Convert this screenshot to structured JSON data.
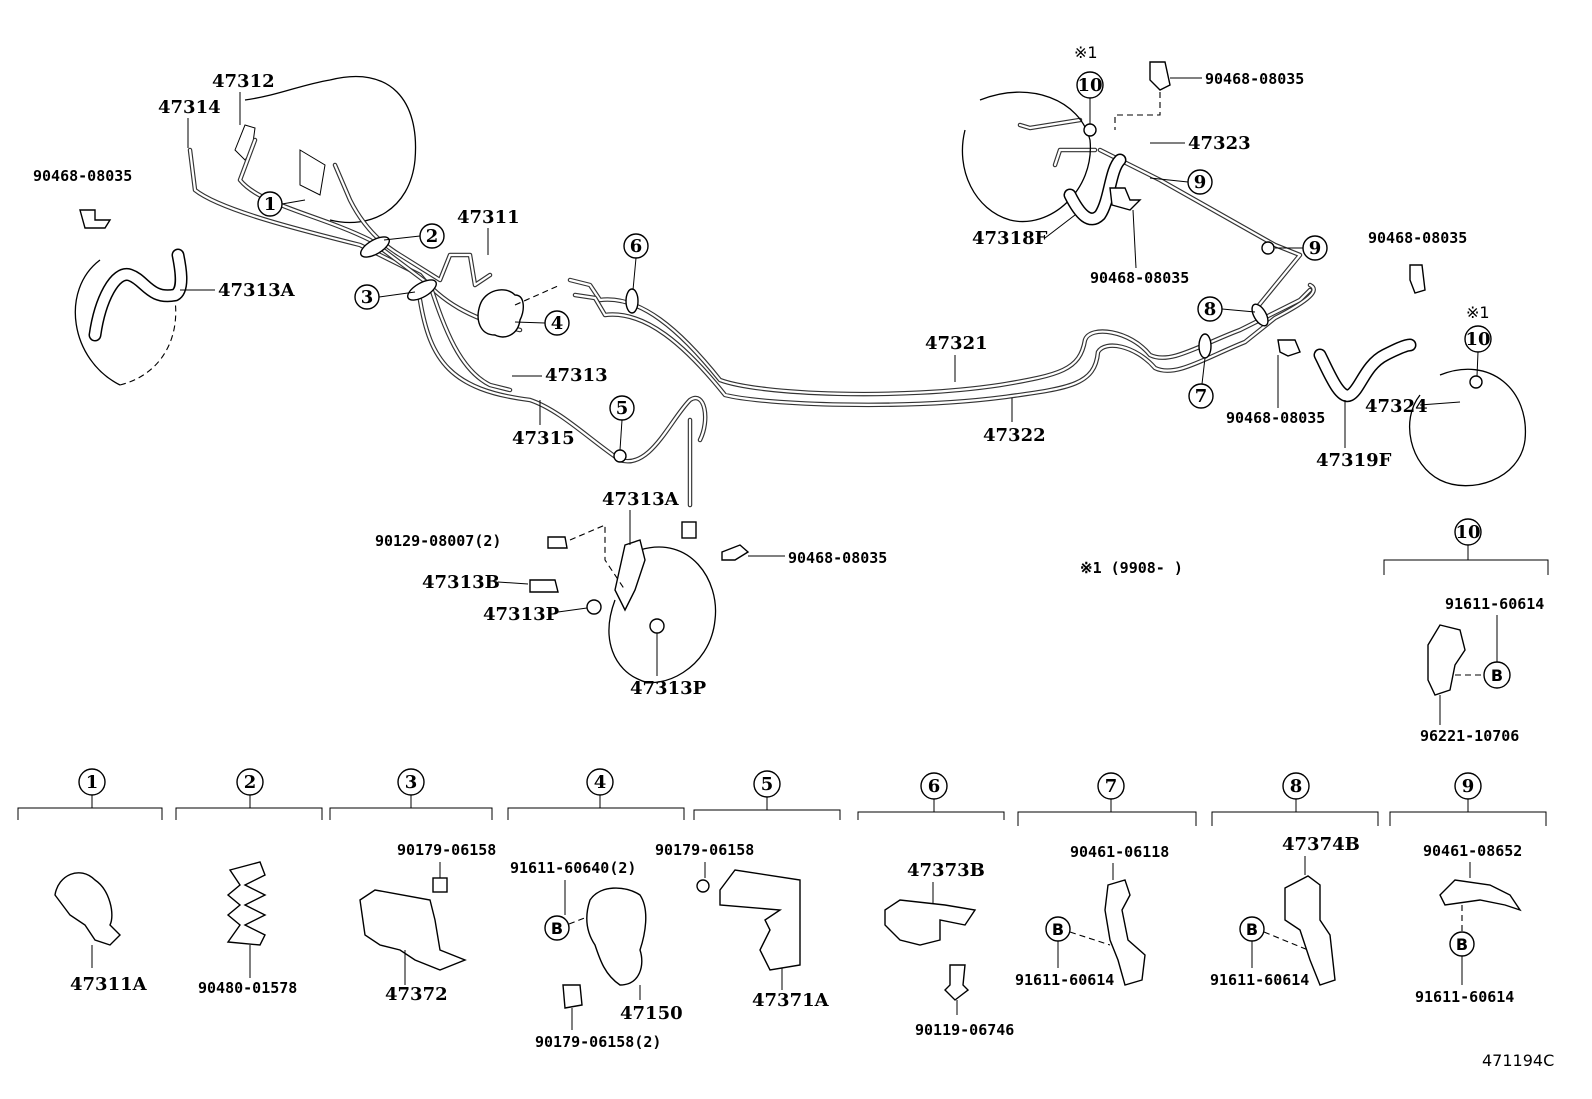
{
  "diagram": {
    "ref_code": "471194C",
    "note": "※1 (9908-        )",
    "note_mark": "※1",
    "callouts": [
      "1",
      "2",
      "3",
      "4",
      "5",
      "6",
      "7",
      "8",
      "9",
      "10"
    ],
    "circle_b": "B",
    "main_labels": {
      "p47312": "47312",
      "p47314": "47314",
      "p90468_left": "90468-08035",
      "p47313A_left": "47313A",
      "p47311": "47311",
      "p47313": "47313",
      "p47315": "47315",
      "p47321": "47321",
      "p47322": "47322",
      "p47313A_center": "47313A",
      "p90129": "90129-08007(2)",
      "p47313B": "47313B",
      "p47313P_a": "47313P",
      "p47313P_b": "47313P",
      "p90468_center": "90468-08035",
      "p90468_top": "90468-08035",
      "p47323": "47323",
      "p47318F": "47318F",
      "p90468_rmid": "90468-08035",
      "p90468_right": "90468-08035",
      "p90468_rlow": "90468-08035",
      "p47324": "47324",
      "p47319F": "47319F"
    },
    "detail_10": {
      "n1": "91611-60614",
      "n2": "96221-10706"
    },
    "details": {
      "d1": "47311A",
      "d2": "90480-01578",
      "d3a": "90179-06158",
      "d3b": "47372",
      "d4a": "91611-60640(2)",
      "d4b": "47150",
      "d4c": "90179-06158(2)",
      "d5a": "90179-06158",
      "d5b": "47371A",
      "d6a": "47373B",
      "d6b": "90119-06746",
      "d7a": "90461-06118",
      "d7b": "91611-60614",
      "d8a": "47374B",
      "d8b": "91611-60614",
      "d9a": "90461-08652",
      "d9b": "91611-60614"
    }
  }
}
